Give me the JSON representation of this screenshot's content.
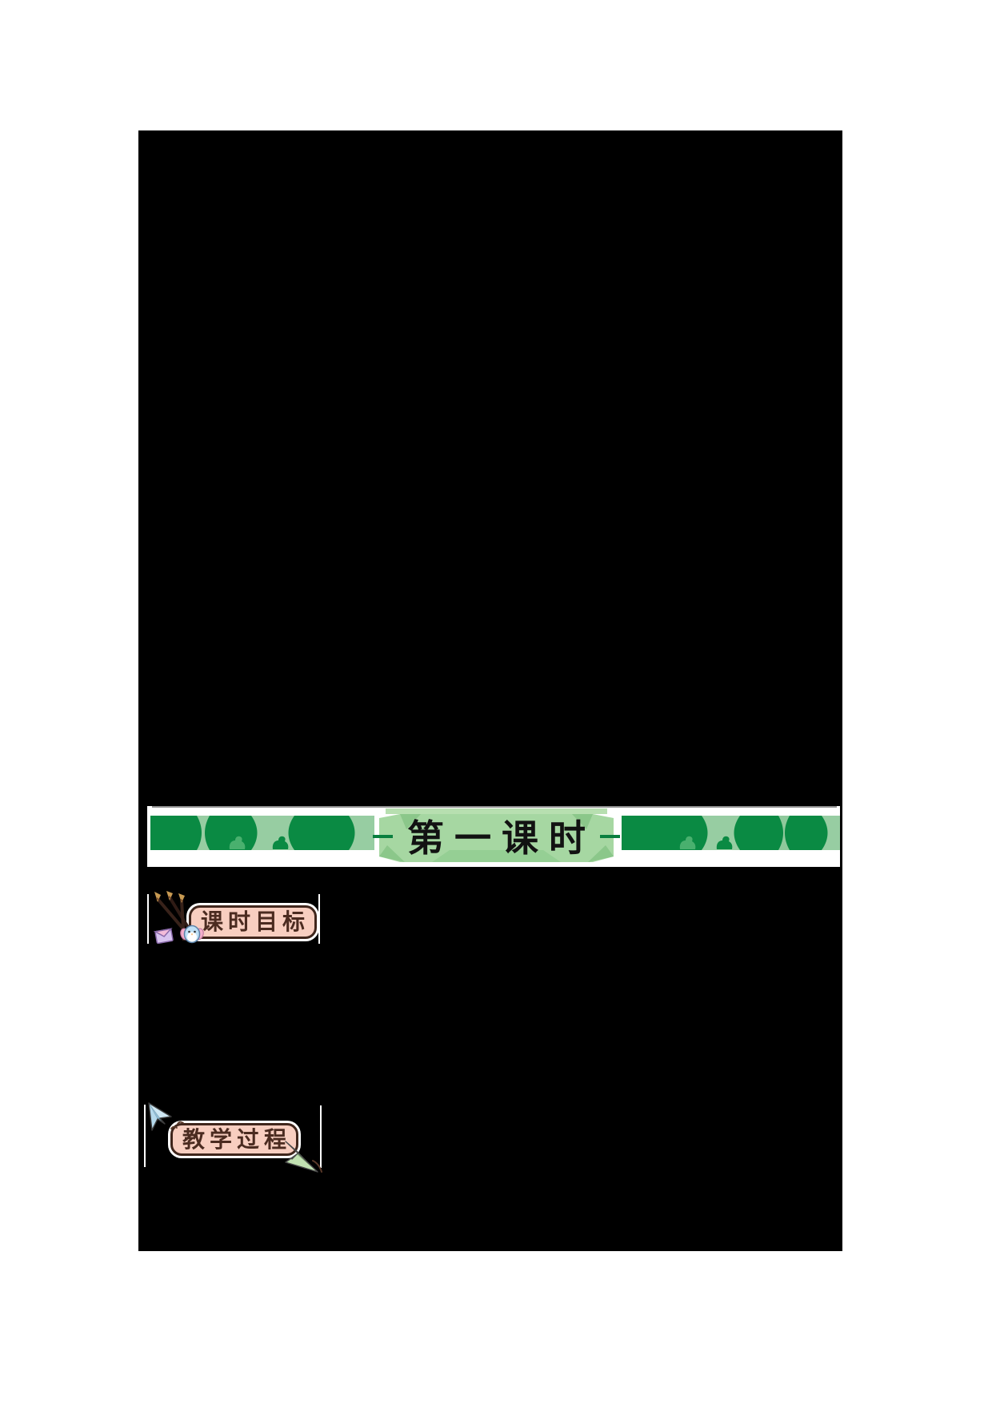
{
  "page": {
    "kind": "lesson-plan-document-page",
    "banner": {
      "session_title": "第一课时"
    },
    "sections": [
      {
        "id": "lesson-objectives",
        "label": "课时目标"
      },
      {
        "id": "teaching-process",
        "label": "教学过程"
      }
    ],
    "icons": {
      "banner_band": "bamboo-band-with-bird-silhouettes",
      "objectives_badge": [
        "calligraphy-brushes-icon",
        "envelope-icon",
        "bird-icon"
      ],
      "process_badge": [
        "paper-plane-blue-icon",
        "paper-plane-green-icon"
      ]
    },
    "colors": {
      "page_bg": "#ffffff",
      "content_bg": "#000000",
      "band_dark_green": "#0a8a43",
      "band_light_green": "#97cda2",
      "band_bird_light": "#49b06e",
      "plaque_green": "#a6d7a2",
      "plaque_facet_green": "#8bc78a",
      "plaque_top_green": "#b7dfb0",
      "plaque_fold_green": "#95cf94",
      "dash_green": "#0a7f3f",
      "divider_gray": "#8f8f8f",
      "badge_fill": "#f8cec0",
      "badge_border": "#40261c",
      "badge_text": "#4b2b20",
      "plaque_text": "#121212"
    }
  }
}
